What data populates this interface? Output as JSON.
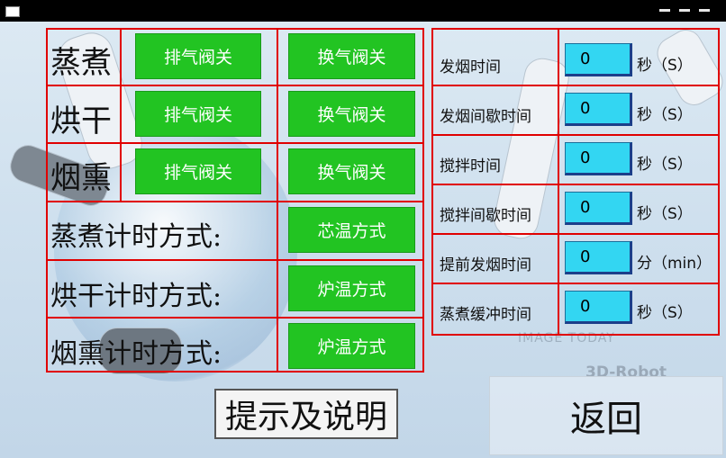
{
  "left_panel": {
    "rows": [
      {
        "label": "蒸煮",
        "btn1": "排气阀关",
        "btn2": "换气阀关"
      },
      {
        "label": "烘干",
        "btn1": "排气阀关",
        "btn2": "换气阀关"
      },
      {
        "label": "烟熏",
        "btn1": "排气阀关",
        "btn2": "换气阀关"
      }
    ],
    "timing": [
      {
        "label": "蒸煮计时方式:",
        "btn": "芯温方式"
      },
      {
        "label": "烘干计时方式:",
        "btn": "炉温方式"
      },
      {
        "label": "烟熏计时方式:",
        "btn": "炉温方式"
      }
    ]
  },
  "right_panel": {
    "rows": [
      {
        "label": "发烟时间",
        "value": "0",
        "unit": "秒（S）"
      },
      {
        "label": "发烟间歇时间",
        "value": "0",
        "unit": "秒（S）"
      },
      {
        "label": "搅拌时间",
        "value": "0",
        "unit": "秒（S）"
      },
      {
        "label": "搅拌间歇时间",
        "value": "0",
        "unit": "秒（S）"
      },
      {
        "label": "提前发烟时间",
        "value": "0",
        "unit": "分（min）"
      },
      {
        "label": "蒸煮缓冲时间",
        "value": "0",
        "unit": "秒（S）"
      }
    ]
  },
  "buttons": {
    "help": "提示及说明",
    "back": "返回"
  },
  "watermark": {
    "line1": "IMAGE TODAY",
    "line2": "3D-Robot"
  },
  "colors": {
    "green": "#22c422",
    "cyan": "#33d6f2",
    "grid_red": "#e00000"
  }
}
